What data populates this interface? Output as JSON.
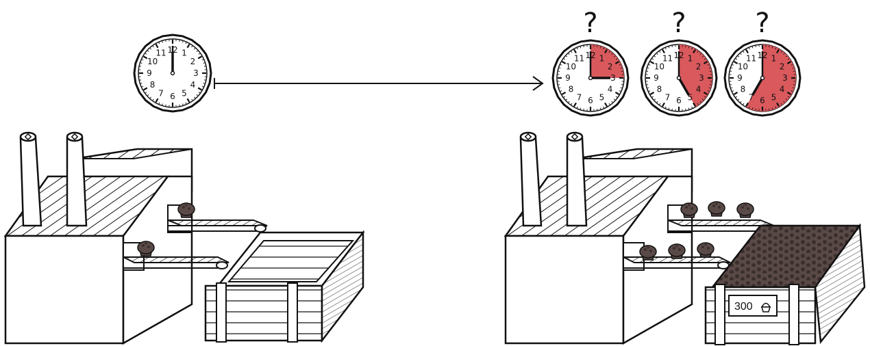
{
  "start_clock": {
    "hours_elapsed": 0
  },
  "question_mark": "?",
  "clock_numbers": [
    "12",
    "1",
    "2",
    "3",
    "4",
    "5",
    "6",
    "7",
    "8",
    "9",
    "10",
    "11"
  ],
  "options": [
    {
      "hours_elapsed": 3,
      "shade_color": "#d9595d"
    },
    {
      "hours_elapsed": 5,
      "shade_color": "#d9595d"
    },
    {
      "hours_elapsed": 7,
      "shade_color": "#d9595d"
    }
  ],
  "crate_label": {
    "count": "300",
    "icon": "muffin-icon"
  },
  "colors": {
    "line": "#111111",
    "muffin": "#5a4a47",
    "muffin_dark": "#3a2f2d"
  }
}
